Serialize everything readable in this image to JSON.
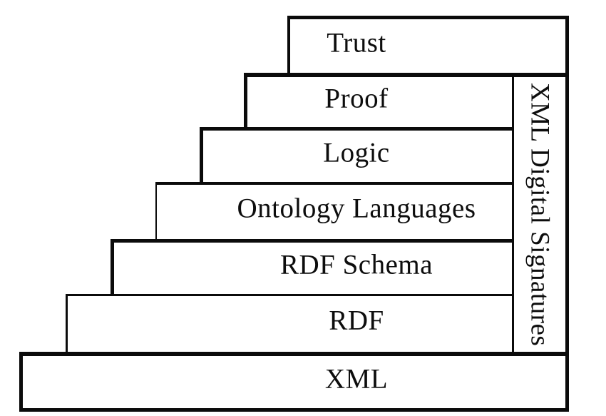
{
  "diagram": {
    "layers": [
      {
        "label": "Trust"
      },
      {
        "label": "Proof"
      },
      {
        "label": "Logic"
      },
      {
        "label": "Ontology Languages"
      },
      {
        "label": "RDF Schema"
      },
      {
        "label": "RDF"
      },
      {
        "label": "XML"
      }
    ],
    "sidebar": {
      "label": "XML Digital Signatures"
    },
    "colors": {
      "ink": "#0b0b0b",
      "background": "#ffffff"
    }
  }
}
